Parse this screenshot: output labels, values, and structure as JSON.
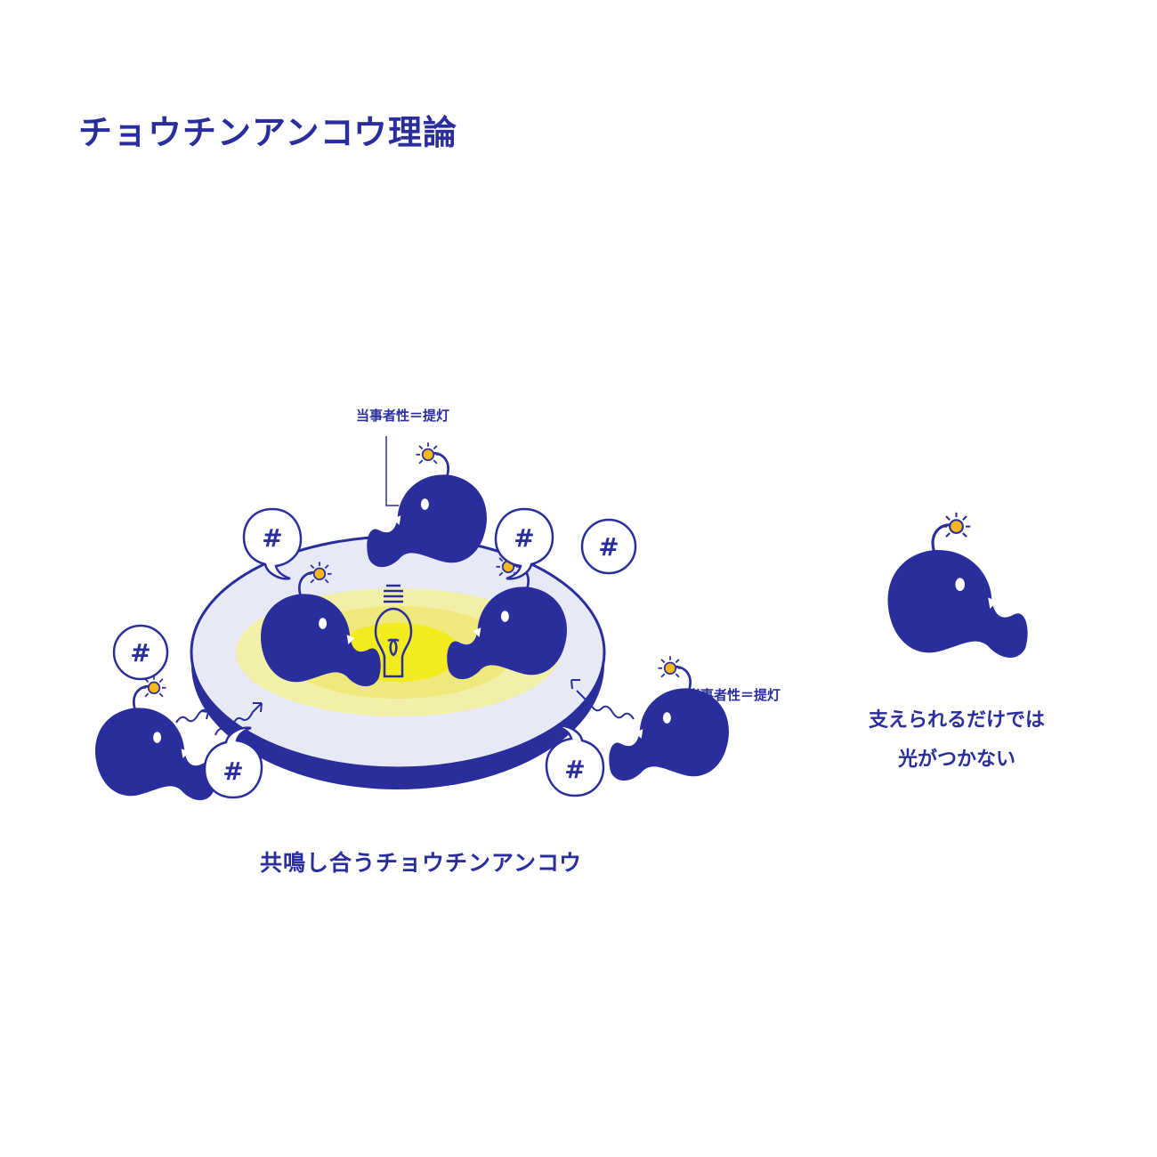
{
  "title": "チョウチンアンコウ理論",
  "labels": {
    "lantern_top": "当事者性＝提灯",
    "lantern_right": "当事者性＝提灯"
  },
  "captions": {
    "main": "共鳴し合うチョウチンアンコウ",
    "side_line1": "支えられるだけでは",
    "side_line2": "光がつかない"
  },
  "hashtag_symbol": "#",
  "colors": {
    "navy": "#2a2e9c",
    "platform": "#e8e9f6",
    "glow_outer": "#f2efa6",
    "glow_mid": "#eee97a",
    "glow_inner": "#f2ec1e",
    "lantern_bulb": "#f5b81c"
  },
  "icons": [
    "anglerfish-icon",
    "light-bulb-icon",
    "hashtag-bubble-icon",
    "lantern-icon",
    "wavy-arrow-icon"
  ]
}
